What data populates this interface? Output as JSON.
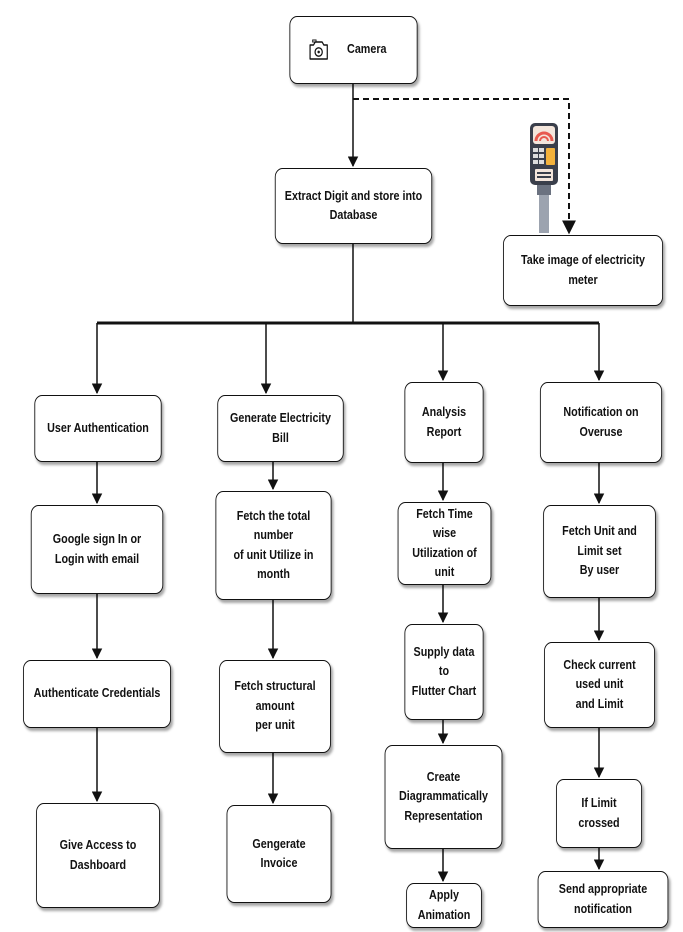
{
  "colors": {
    "line": "#111111",
    "box_border": "#111111",
    "meter_body": "#3a3f4b",
    "meter_accent": "#e85a4f",
    "meter_window": "#f3b23c"
  },
  "icons": {
    "camera": "camera-icon",
    "meter": "electricity-meter-icon"
  },
  "nodes": {
    "camera": "Camera",
    "extract": "Extract Digit and store into\nDatabase",
    "take_image": "Take image of electricity meter",
    "auth": "User Authentication",
    "google": "Google sign In or\nLogin with email",
    "credentials": "Authenticate Credentials",
    "dashboard": "Give Access to\nDashboard",
    "bill": "Generate Electricity Bill",
    "fetch_total": "Fetch the total number\nof unit Utilize in month",
    "fetch_struct": "Fetch structural amount\nper unit",
    "invoice": "Gengerate Invoice",
    "analysis": "Analysis Report",
    "fetch_time": "Fetch Time wise\nUtilization of unit",
    "supply": "Supply data to\nFlutter Chart",
    "diagram": "Create Diagrammatically\nRepresentation",
    "animation": "Apply Animation",
    "notification": "Notification on Overuse",
    "fetch_limit": "Fetch Unit and Limit set\nBy user",
    "check": "Check current used unit\nand Limit",
    "limit_crossed": "If Limit crossed",
    "send": "Send appropriate notification"
  }
}
